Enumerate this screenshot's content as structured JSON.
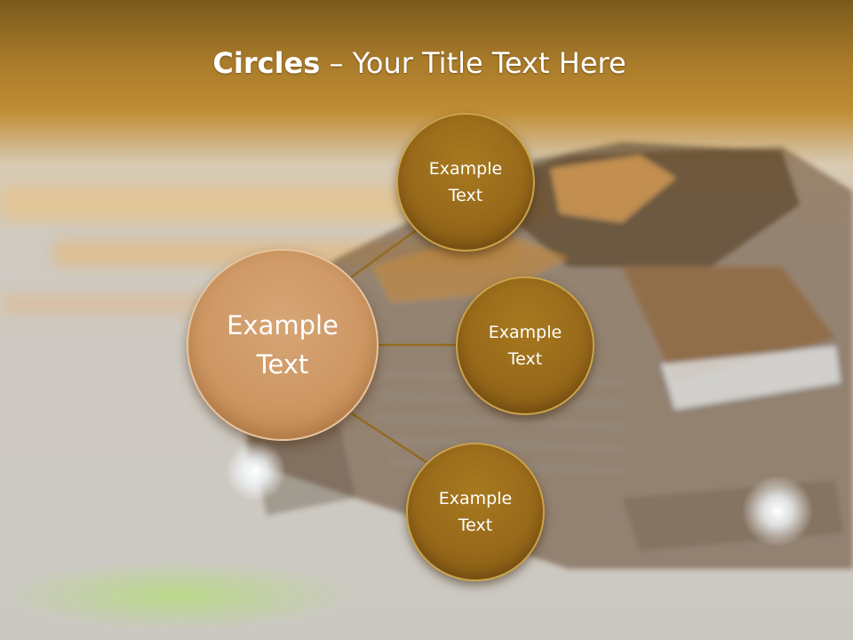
{
  "slide": {
    "title_bold": "Circles",
    "title_rest": " – Your Title Text Here"
  },
  "circles": {
    "center": {
      "line1": "Example",
      "line2": "Text"
    },
    "top": {
      "line1": "Example",
      "line2": "Text"
    },
    "middle": {
      "line1": "Example",
      "line2": "Text"
    },
    "bottom": {
      "line1": "Example",
      "line2": "Text"
    }
  },
  "colors": {
    "header_band": "#a97b2a",
    "center_circle": "#cd9763",
    "satellite_circle": "#98691a",
    "connector": "#946a22",
    "background": "#cbc8c2"
  }
}
